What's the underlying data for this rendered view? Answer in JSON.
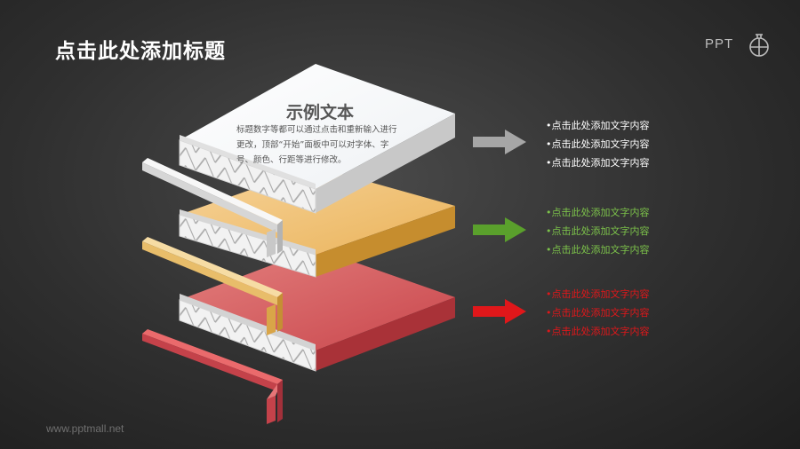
{
  "header": {
    "title": "点击此处添加标题"
  },
  "logo": {
    "text": "PPT",
    "icon": "ppt-logo-icon"
  },
  "card": {
    "title": "示例文本",
    "lines": [
      "标题数字等都可以通过点击和重新输入进行",
      "更改，顶部“开始”面板中可以对字体、字",
      "号、颜色、行距等进行修改。"
    ]
  },
  "layers": [
    {
      "name": "white",
      "arrow_color": "#a6a6a6",
      "items": [
        "•点击此处添加文字内容",
        "•点击此处添加文字内容",
        "•点击此处添加文字内容"
      ],
      "text_color": "#ffffff"
    },
    {
      "name": "orange",
      "arrow_color": "#5aa02c",
      "items": [
        "•点击此处添加文字内容",
        "•点击此处添加文字内容",
        "•点击此处添加文字内容"
      ],
      "text_color": "#7cc24a"
    },
    {
      "name": "red",
      "arrow_color": "#e0171a",
      "items": [
        "•点击此处添加文字内容",
        "•点击此处添加文字内容",
        "•点击此处添加文字内容"
      ],
      "text_color": "#e0171a"
    }
  ],
  "footer": {
    "text": "www.pptmall.net"
  }
}
